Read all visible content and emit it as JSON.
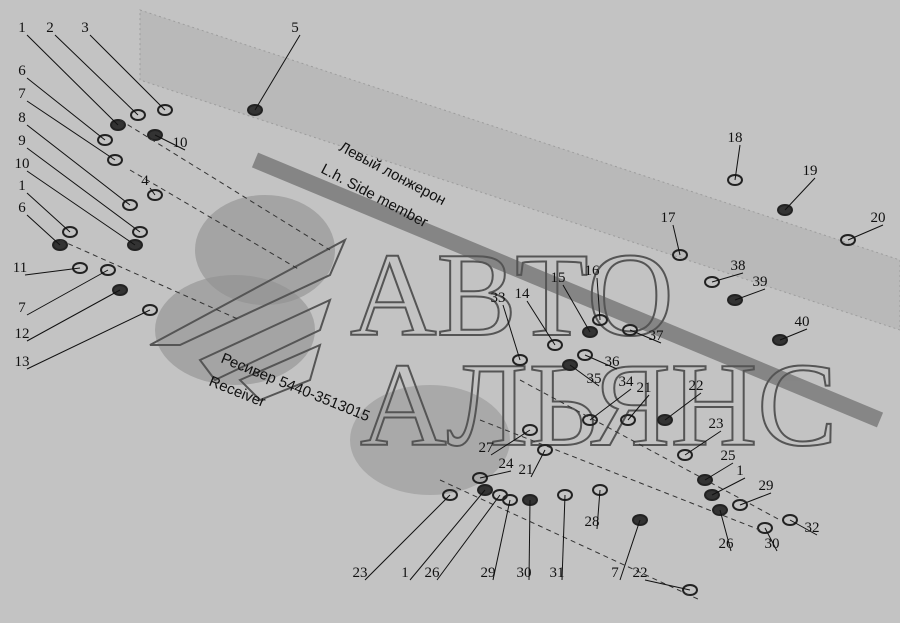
{
  "diagram": {
    "annotations": {
      "side_member_ru": "Левый лонжерон",
      "side_member_en": "L.h. Side member",
      "receiver_ru": "Ресивер 5440-3513015",
      "receiver_en": "Receiver"
    },
    "watermark": {
      "line1": "АВТО",
      "line2": "АЛЬЯНС"
    },
    "callouts": [
      "1",
      "2",
      "3",
      "5",
      "6",
      "7",
      "10",
      "8",
      "9",
      "10",
      "4",
      "1",
      "6",
      "11",
      "7",
      "12",
      "13",
      "18",
      "19",
      "20",
      "17",
      "15",
      "16",
      "38",
      "39",
      "14",
      "33",
      "40",
      "37",
      "36",
      "35",
      "34",
      "21",
      "22",
      "27",
      "23",
      "25",
      "24",
      "21",
      "1",
      "29",
      "28",
      "26",
      "32",
      "30",
      "7",
      "22",
      "23",
      "1",
      "26",
      "29",
      "30",
      "31"
    ],
    "colors": {
      "background": "#c3c3c3",
      "ink": "#111111",
      "frame": "#7a7a7a"
    }
  }
}
